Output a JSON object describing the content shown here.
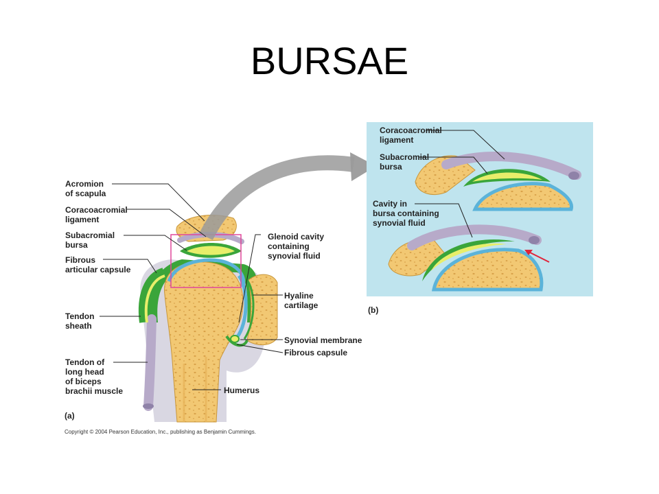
{
  "title": "BURSAE",
  "panel_a": {
    "tag": "(a)",
    "labels": {
      "acromion": "Acromion\nof scapula",
      "coracoacromial": "Coracoacromial\nligament",
      "subacromial": "Subacromial\nbursa",
      "fibrous_articular": "Fibrous\narticular capsule",
      "tendon_sheath": "Tendon\nsheath",
      "tendon_biceps": "Tendon of\nlong head\nof biceps\nbrachii muscle",
      "glenoid": "Glenoid cavity\ncontaining\nsynovial fluid",
      "hyaline": "Hyaline\ncartilage",
      "synovial_membrane": "Synovial membrane",
      "fibrous_capsule": "Fibrous capsule",
      "humerus": "Humerus"
    }
  },
  "panel_b": {
    "tag": "(b)",
    "labels": {
      "coracoacromial": "Coracoacromial\nligament",
      "subacromial": "Subacromial\nbursa",
      "cavity": "Cavity in\nbursa containing\nsynovial fluid"
    }
  },
  "copyright": "Copyright © 2004 Pearson Education, Inc., publishing as Benjamin Cummings.",
  "colors": {
    "bone": "#f2c873",
    "bone_spots": "#d9a24a",
    "bursa_green": "#3aa53a",
    "bursa_yellow": "#e8ee6a",
    "cartilage_blue": "#5bb3d9",
    "ligament": "#b7aac9",
    "panel_b_bg": "#bfe4ee",
    "highlight_box": "#e0479a",
    "arrow_grey": "#9a9a9a",
    "red_arrow": "#e0243a"
  }
}
